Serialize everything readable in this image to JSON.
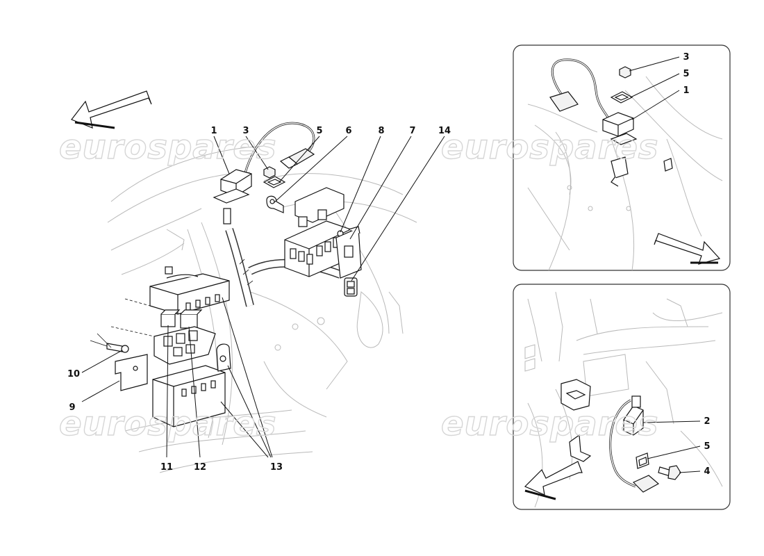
{
  "watermark": "eurospares",
  "main_view": {
    "callouts": [
      {
        "id": "c-main-1",
        "text": "1"
      },
      {
        "id": "c-main-3",
        "text": "3"
      },
      {
        "id": "c-main-5",
        "text": "5"
      },
      {
        "id": "c-main-6",
        "text": "6"
      },
      {
        "id": "c-main-8",
        "text": "8"
      },
      {
        "id": "c-main-7",
        "text": "7"
      },
      {
        "id": "c-main-14",
        "text": "14"
      },
      {
        "id": "c-main-10",
        "text": "10"
      },
      {
        "id": "c-main-9",
        "text": "9"
      },
      {
        "id": "c-main-11",
        "text": "11"
      },
      {
        "id": "c-main-12",
        "text": "12"
      },
      {
        "id": "c-main-13",
        "text": "13"
      }
    ]
  },
  "detail_top": {
    "callouts": [
      {
        "id": "c-top-3",
        "text": "3"
      },
      {
        "id": "c-top-5",
        "text": "5"
      },
      {
        "id": "c-top-1",
        "text": "1"
      }
    ]
  },
  "detail_bottom": {
    "callouts": [
      {
        "id": "c-bot-2",
        "text": "2"
      },
      {
        "id": "c-bot-5",
        "text": "5"
      },
      {
        "id": "c-bot-4",
        "text": "4"
      }
    ]
  }
}
